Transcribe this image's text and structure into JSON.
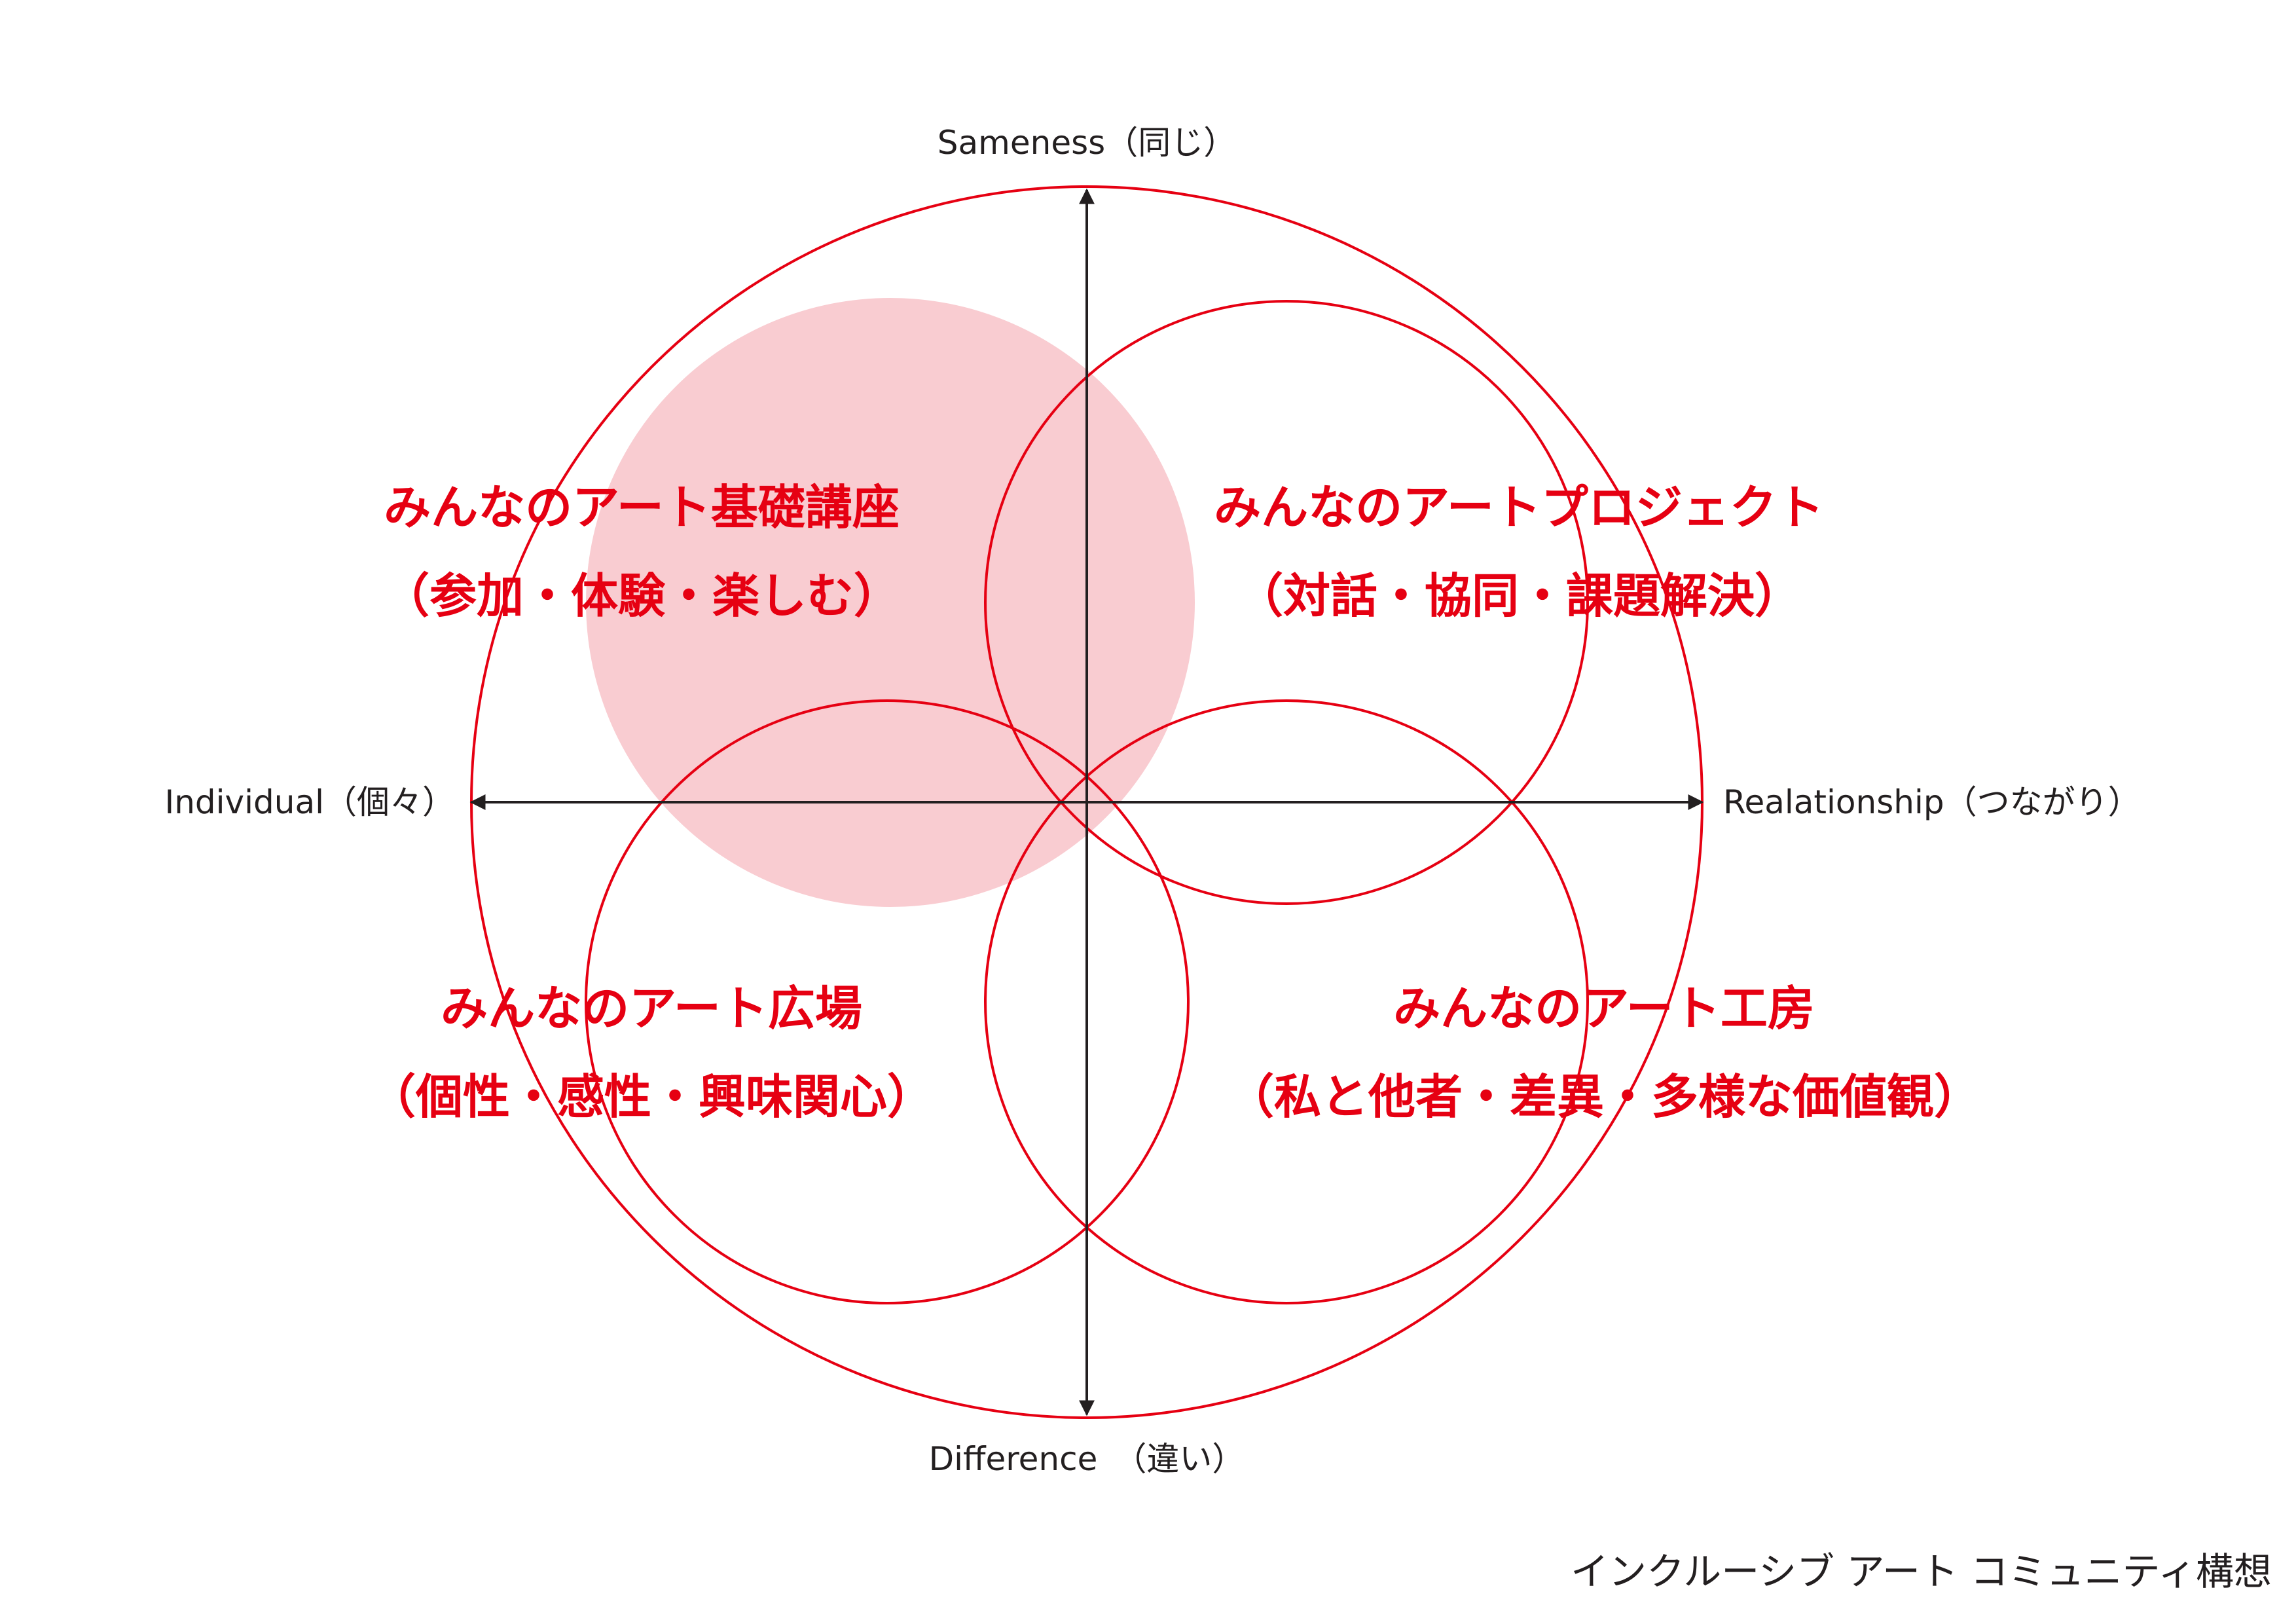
{
  "axes": {
    "top": "Sameness（同じ）",
    "bottom": "Difference　（違い）",
    "left": "Individual（個々）",
    "right": "Realationship（つながり）"
  },
  "zones": {
    "top_left": {
      "title": "みんなのアート基礎講座",
      "subtitle": "（参加・体験・楽しむ）"
    },
    "top_right": {
      "title": "みんなのアートプロジェクト",
      "subtitle": "（対話・協同・課題解決）"
    },
    "bottom_left": {
      "title": "みんなのアート広場",
      "subtitle": "（個性・感性・興味関心）"
    },
    "bottom_right": {
      "title": "みんなのアート工房",
      "subtitle": "（私と他者・差異・多様な価値観）"
    }
  },
  "footer": {
    "caption": "インクルーシブ アート コミュニティ構想"
  },
  "colors": {
    "circle_stroke": "#e60012",
    "highlight_fill": "#f9ccd1",
    "axis": "#231f20",
    "zone_text": "#e60012"
  }
}
